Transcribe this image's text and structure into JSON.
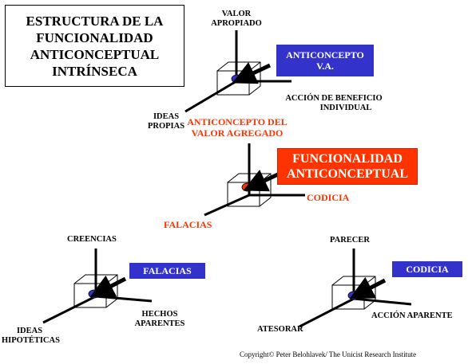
{
  "title": {
    "lines": [
      "ESTRUCTURA DE LA",
      "FUNCIONALIDAD",
      "ANTICONCEPTUAL",
      "INTRÍNSECA"
    ]
  },
  "top": {
    "axis_up": [
      "VALOR",
      "APROPIADO"
    ],
    "axis_right": [
      "ACCIÓN DE BENEFICIO",
      "INDIVIDUAL"
    ],
    "axis_left": [
      "IDEAS",
      "PROPIAS"
    ],
    "box": [
      "ANTICONCEPTO",
      "V.A."
    ],
    "caption": [
      "ANTICONCEPTO DEL",
      "VALOR AGREGADO"
    ]
  },
  "middle": {
    "box": [
      "FUNCIONALIDAD",
      "ANTICONCEPTUAL"
    ],
    "axis_right": "CODICIA",
    "axis_left": "FALACIAS"
  },
  "bottom_left": {
    "axis_up": "CREENCIAS",
    "box": "FALACIAS",
    "axis_right": [
      "HECHOS",
      "APARENTES"
    ],
    "axis_left": [
      "IDEAS",
      "HIPOTÉTICAS"
    ]
  },
  "bottom_right": {
    "axis_up": "PARECER",
    "box": "CODICIA",
    "axis_right": "ACCIÓN APARENTE",
    "axis_left": "ATESORAR"
  },
  "copyright": "Copyright© Peter Belohlavek/ The Unicist Research Institute",
  "colors": {
    "blue_box": "#3333cc",
    "orange_box": "#ff3300",
    "red_text": "#ff3300",
    "blue_dot": "#3333cc",
    "red_dot": "#ff3300"
  }
}
